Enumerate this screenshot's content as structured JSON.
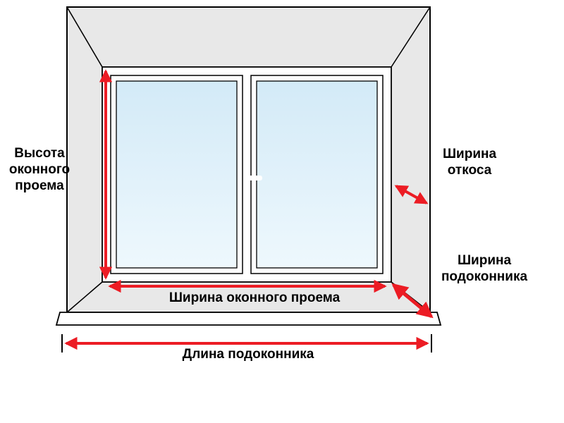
{
  "colors": {
    "arrow": "#ec1c24",
    "wall": "#e8e8e8",
    "frame": "#ffffff",
    "line": "#000000",
    "glass_top": "#d3eaf7",
    "glass_bottom": "#eef8fd"
  },
  "labels": {
    "opening_height": "Высота\nоконного\nпроема",
    "slope_width": "Ширина\nоткоса",
    "sill_width": "Ширина\nподоконника",
    "opening_width": "Ширина оконного проема",
    "sill_length": "Длина подоконника"
  }
}
